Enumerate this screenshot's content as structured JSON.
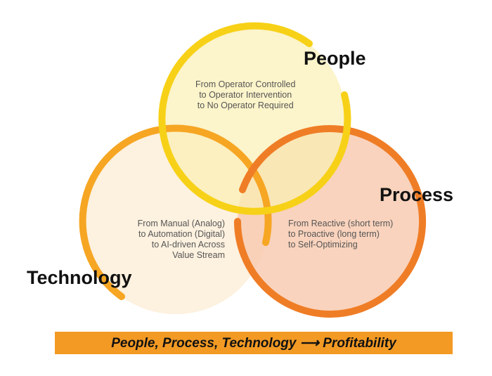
{
  "colors": {
    "people_stroke": "#f7d117",
    "people_fill": "#fbf0b4",
    "technology_stroke": "#f6a623",
    "technology_fill": "#fdf0dc",
    "process_stroke": "#ef7d26",
    "process_fill": "#f8cbb2",
    "banner_fill": "#f39a24"
  },
  "people": {
    "label": "People",
    "lines": [
      "From Operator Controlled",
      "to Operator Intervention",
      "to No Operator Required"
    ]
  },
  "technology": {
    "label": "Technology",
    "lines": [
      "From Manual (Analog)",
      "to Automation (Digital)",
      "to AI-driven Across",
      "Value Stream"
    ]
  },
  "process": {
    "label": "Process",
    "lines": [
      "From Reactive (short term)",
      "to Proactive (long term)",
      "to Self-Optimizing"
    ]
  },
  "banner": {
    "text": "People, Process, Technology ⟶ Profitability"
  }
}
